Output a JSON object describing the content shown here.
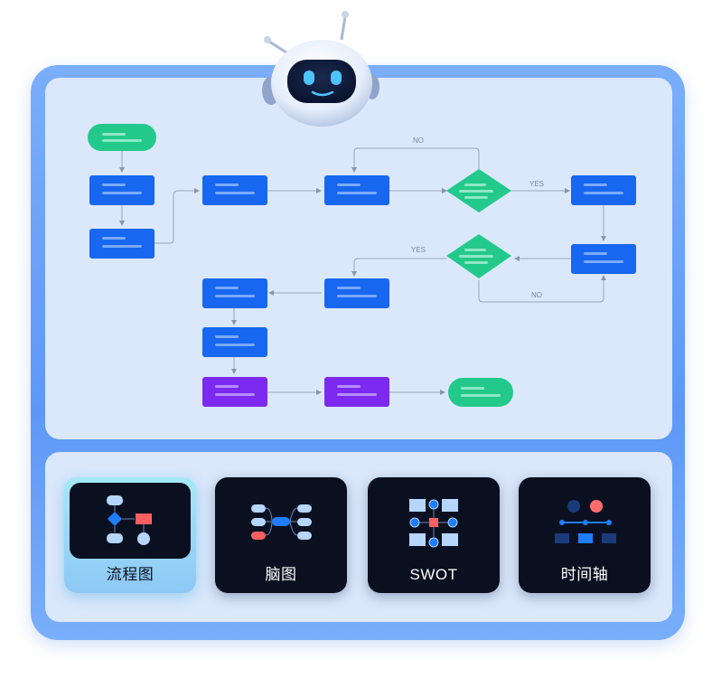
{
  "flowchart": {
    "edge_labels": {
      "no_top": "NO",
      "yes_right": "YES",
      "yes_left": "YES",
      "no_bottom": "NO"
    }
  },
  "templates": [
    {
      "label": "流程图",
      "icon": "flowchart-icon",
      "selected": true
    },
    {
      "label": "脑图",
      "icon": "mindmap-icon",
      "selected": false
    },
    {
      "label": "SWOT",
      "icon": "swot-icon",
      "selected": false
    },
    {
      "label": "时间轴",
      "icon": "timeline-icon",
      "selected": false
    }
  ],
  "colors": {
    "frame": "#6aa2f9",
    "canvas": "#dbe8fb",
    "node_blue": "#1767f0",
    "node_green": "#23c98a",
    "node_purple": "#7c2af0",
    "card_dark": "#0b1020",
    "card_selected": "#9fdcf6"
  }
}
